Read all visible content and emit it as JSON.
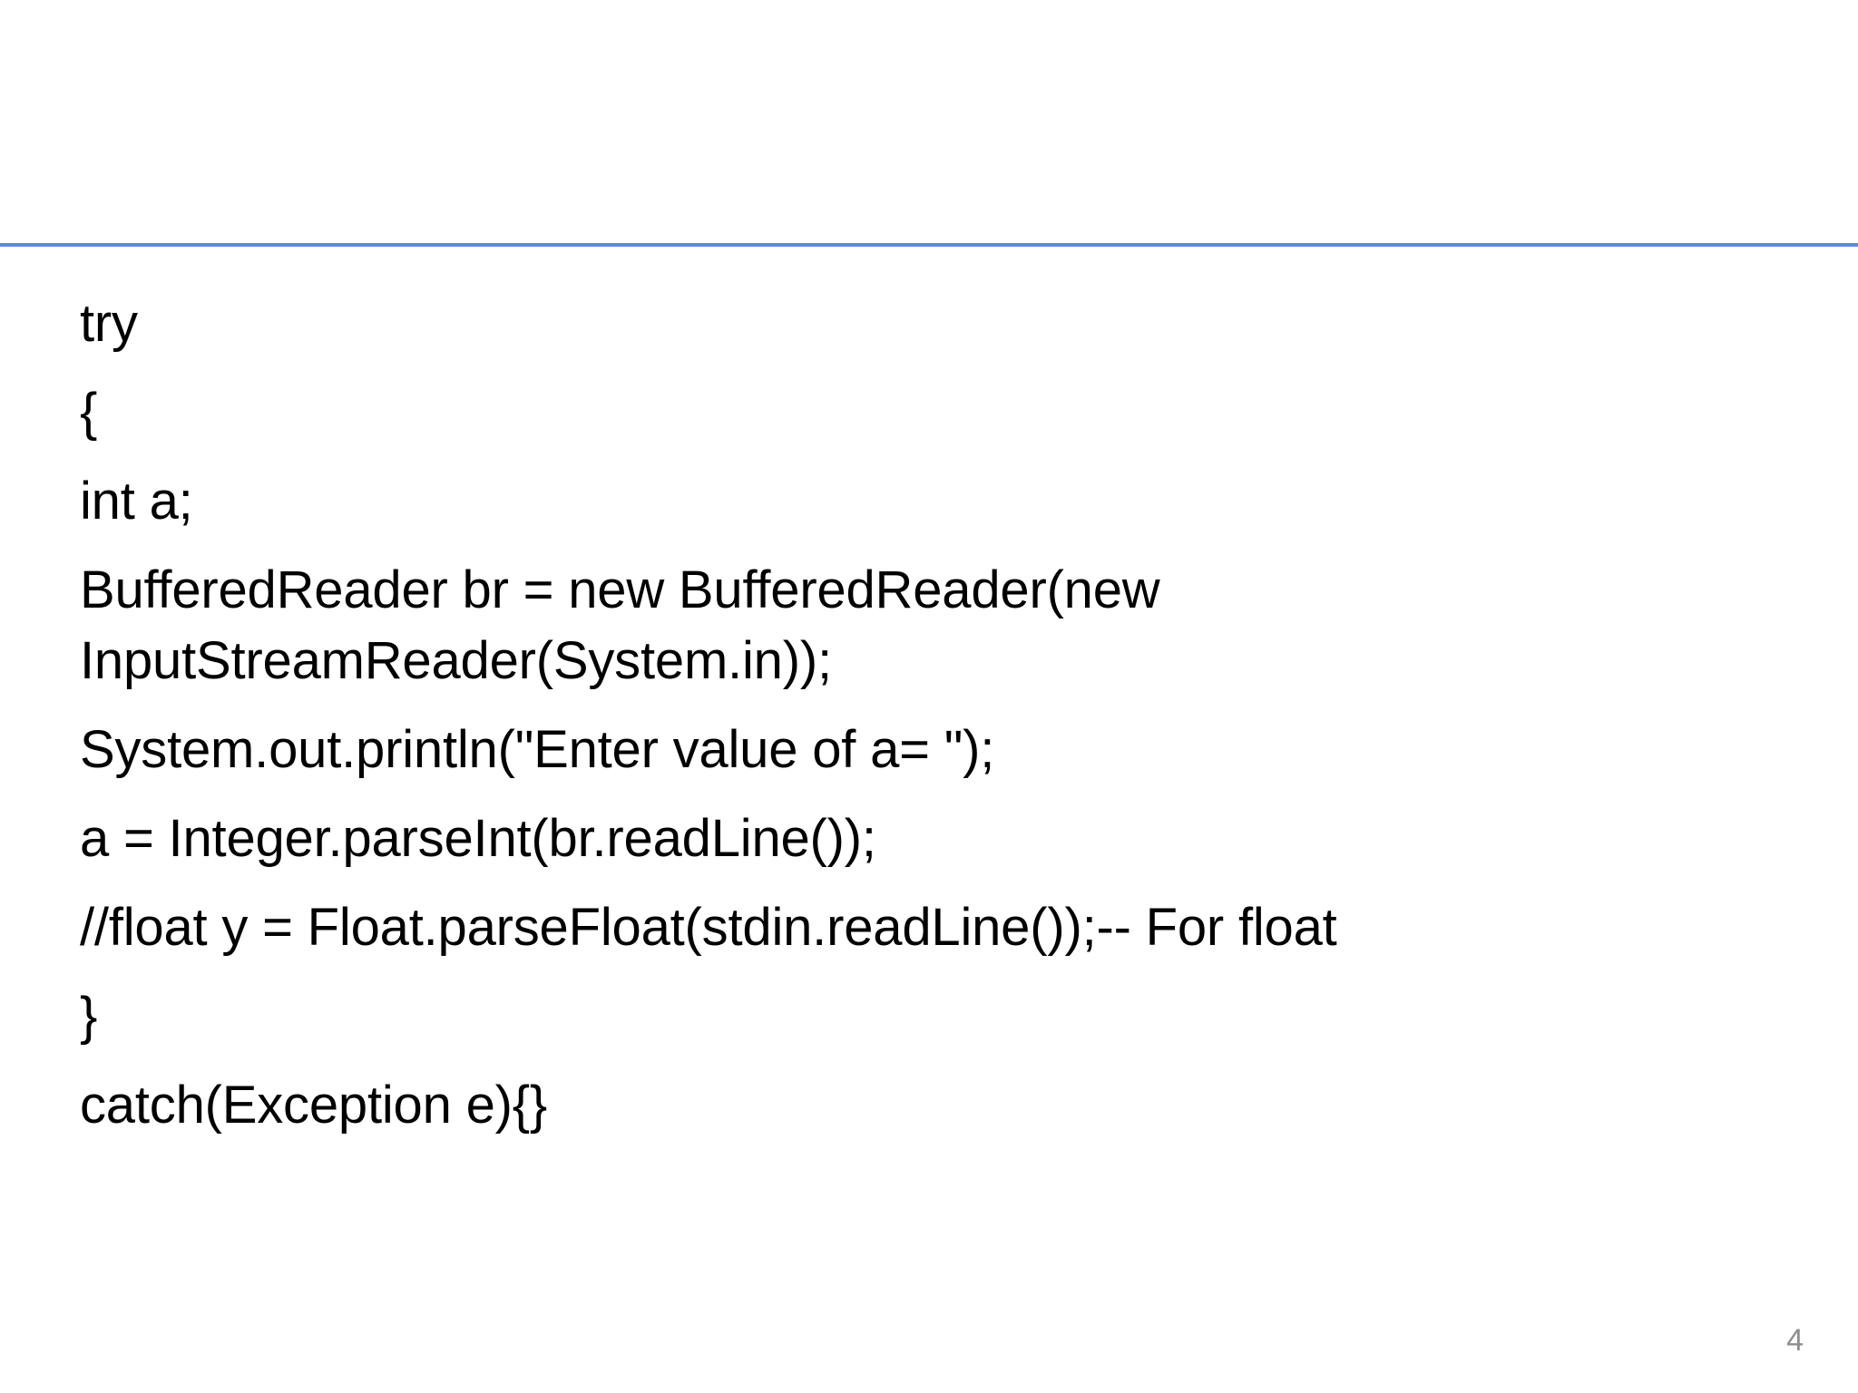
{
  "slide": {
    "background_color": "#ffffff",
    "divider_color": "#5b8ccb",
    "text_color": "#000000",
    "slide_number_color": "#8d8d91",
    "title": "",
    "slide_number": "4"
  },
  "body": {
    "lines": [
      "try",
      "{",
      "int a;",
      "BufferedReader br = new BufferedReader(new InputStreamReader(System.in));",
      "System.out.println(\"Enter value of a= \");",
      "a = Integer.parseInt(br.readLine());",
      "//float y = Float.parseFloat(stdin.readLine());-- For float",
      "}",
      "catch(Exception e){}"
    ]
  }
}
